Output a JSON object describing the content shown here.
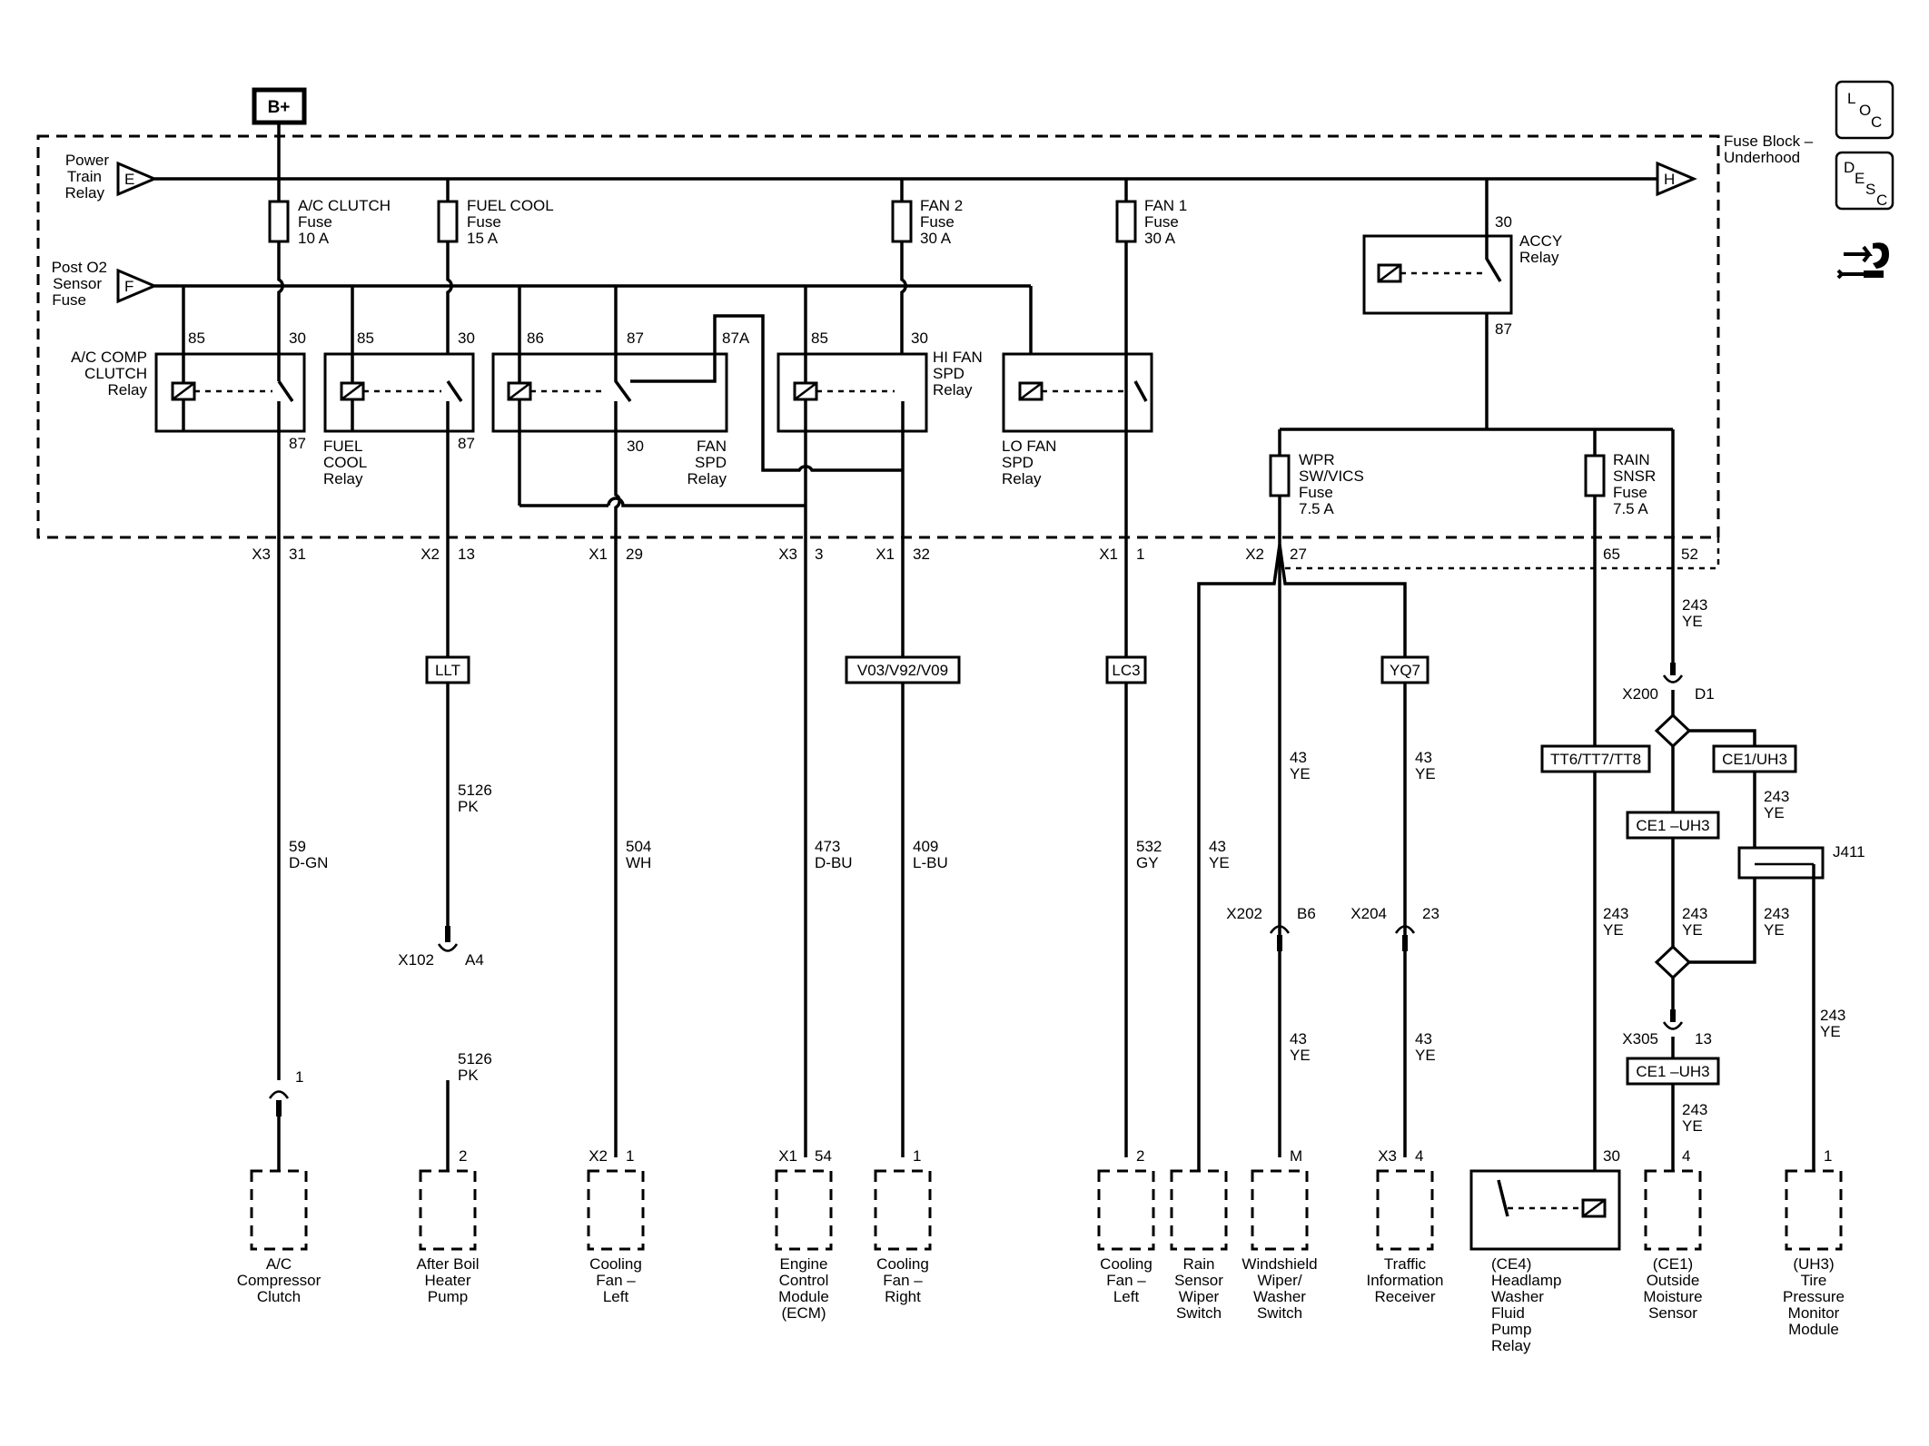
{
  "battery": "B+",
  "fuse_block_label": [
    "Fuse Block –",
    "Underhood"
  ],
  "connectors": {
    "power_train": {
      "letter": "E",
      "lines": [
        "Power",
        "Train",
        "Relay"
      ]
    },
    "post_o2": {
      "letter": "F",
      "lines": [
        "Post O2",
        "Sensor",
        "Fuse"
      ]
    },
    "out_h": {
      "letter": "H"
    }
  },
  "fuses": [
    {
      "name": "A/C CLUTCH",
      "type": "Fuse",
      "rating": "10 A"
    },
    {
      "name": "FUEL COOL",
      "type": "Fuse",
      "rating": "15 A"
    },
    {
      "name": "FAN 2",
      "type": "Fuse",
      "rating": "30 A"
    },
    {
      "name": "FAN 1",
      "type": "Fuse",
      "rating": "30 A"
    },
    {
      "name": "WPR",
      "name2": "SW/VICS",
      "type": "Fuse",
      "rating": "7.5 A"
    },
    {
      "name": "RAIN",
      "name2": "SNSR",
      "type": "Fuse",
      "rating": "7.5 A"
    }
  ],
  "relays": [
    {
      "lines": [
        "A/C COMP",
        "CLUTCH",
        "Relay"
      ],
      "pins": [
        "85",
        "30",
        "87"
      ]
    },
    {
      "lines": [
        "FUEL",
        "COOL",
        "Relay"
      ],
      "pins": [
        "85",
        "30",
        "87"
      ]
    },
    {
      "lines": [
        "FAN",
        "SPD",
        "Relay"
      ],
      "pins": [
        "86",
        "87",
        "87A",
        "30"
      ]
    },
    {
      "lines": [
        "HI FAN",
        "SPD",
        "Relay"
      ],
      "pins": [
        "85",
        "30"
      ]
    },
    {
      "lines": [
        "LO FAN",
        "SPD",
        "Relay"
      ],
      "pins": []
    },
    {
      "lines": [
        "ACCY",
        "Relay"
      ],
      "pins": [
        "30",
        "87"
      ]
    }
  ],
  "block_pins": [
    {
      "conn": "X3",
      "pin": "31"
    },
    {
      "conn": "X2",
      "pin": "13"
    },
    {
      "conn": "X1",
      "pin": "29"
    },
    {
      "conn": "X3",
      "pin": "3"
    },
    {
      "conn": "X1",
      "pin": "32"
    },
    {
      "conn": "X1",
      "pin": "1"
    },
    {
      "conn": "X2",
      "pin": "27"
    },
    {
      "conn": "",
      "pin": "65"
    },
    {
      "conn": "",
      "pin": "52"
    }
  ],
  "options": [
    "LLT",
    "V03/V92/V09",
    "LC3",
    "YQ7",
    "TT6/TT7/TT8",
    "CE1/UH3",
    "CE1 –UH3",
    "CE1 –UH3"
  ],
  "wires": [
    {
      "num": "59",
      "color": "D-GN"
    },
    {
      "num": "5126",
      "color": "PK"
    },
    {
      "num": "5126",
      "color": "PK"
    },
    {
      "num": "504",
      "color": "WH"
    },
    {
      "num": "473",
      "color": "D-BU"
    },
    {
      "num": "409",
      "color": "L-BU"
    },
    {
      "num": "532",
      "color": "GY"
    },
    {
      "num": "43",
      "color": "YE"
    },
    {
      "num": "43",
      "color": "YE"
    },
    {
      "num": "43",
      "color": "YE"
    },
    {
      "num": "43",
      "color": "YE"
    },
    {
      "num": "43",
      "color": "YE"
    },
    {
      "num": "243",
      "color": "YE"
    },
    {
      "num": "243",
      "color": "YE"
    },
    {
      "num": "243",
      "color": "YE"
    },
    {
      "num": "243",
      "color": "YE"
    },
    {
      "num": "243",
      "color": "YE"
    },
    {
      "num": "243",
      "color": "YE"
    },
    {
      "num": "243",
      "color": "YE"
    }
  ],
  "inline_connectors": [
    {
      "name": "X102",
      "pin": "A4"
    },
    {
      "name": "X202",
      "pin": "B6"
    },
    {
      "name": "X204",
      "pin": "23"
    },
    {
      "name": "X200",
      "pin": "D1"
    },
    {
      "name": "X305",
      "pin": "13"
    },
    {
      "name": "",
      "pin": "1"
    }
  ],
  "splice": "J411",
  "components": [
    {
      "pin": "",
      "conn": "",
      "lines": [
        "A/C",
        "Compressor",
        "Clutch"
      ]
    },
    {
      "pin": "2",
      "conn": "",
      "lines": [
        "After Boil",
        "Heater",
        "Pump"
      ]
    },
    {
      "pin": "1",
      "conn": "X2",
      "lines": [
        "Cooling",
        "Fan –",
        "Left"
      ]
    },
    {
      "pin": "54",
      "conn": "X1",
      "lines": [
        "Engine",
        "Control",
        "Module",
        "(ECM)"
      ]
    },
    {
      "pin": "1",
      "conn": "",
      "lines": [
        "Cooling",
        "Fan –",
        "Right"
      ]
    },
    {
      "pin": "2",
      "conn": "",
      "lines": [
        "Cooling",
        "Fan –",
        "Left"
      ]
    },
    {
      "pin": "",
      "conn": "",
      "lines": [
        "Rain",
        "Sensor",
        "Wiper",
        "Switch"
      ]
    },
    {
      "pin": "M",
      "conn": "",
      "lines": [
        "Windshield",
        "Wiper/",
        "Washer",
        "Switch"
      ]
    },
    {
      "pin": "4",
      "conn": "X3",
      "lines": [
        "Traffic",
        "Information",
        "Receiver"
      ]
    },
    {
      "pin": "30",
      "conn": "",
      "lines": [
        "(CE4)",
        "Headlamp",
        "Washer",
        "Fluid",
        "Pump",
        "Relay"
      ]
    },
    {
      "pin": "4",
      "conn": "",
      "lines": [
        "(CE1)",
        "Outside",
        "Moisture",
        "Sensor"
      ]
    },
    {
      "pin": "1",
      "conn": "",
      "lines": [
        "(UH3)",
        "Tire",
        "Pressure",
        "Monitor",
        "Module"
      ]
    }
  ],
  "side_icons": {
    "loc": [
      "L",
      "O",
      "C"
    ],
    "desc": [
      "D",
      "E",
      "S",
      "C"
    ],
    "tool": "wiring-tool-icon"
  },
  "colors": {
    "ink": "#000000",
    "paper": "#ffffff"
  }
}
